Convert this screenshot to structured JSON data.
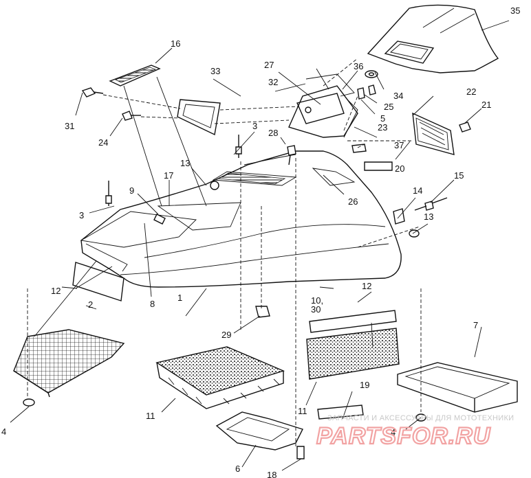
{
  "labels": {
    "l1": "1",
    "l2": "2",
    "l3a": "3",
    "l3b": "3",
    "l4a": "4",
    "l4b": "4",
    "l5": "5",
    "l6": "6",
    "l7": "7",
    "l8": "8",
    "l9": "9",
    "l10": "10,",
    "l30": "30",
    "l11a": "11",
    "l11b": "11",
    "l12a": "12",
    "l12b": "12",
    "l13a": "13",
    "l13b": "13",
    "l14": "14",
    "l15": "15",
    "l16": "16",
    "l17": "17",
    "l18": "18",
    "l19": "19",
    "l20": "20",
    "l21": "21",
    "l22": "22",
    "l23": "23",
    "l24": "24",
    "l25": "25",
    "l26": "26",
    "l27": "27",
    "l28": "28",
    "l29": "29",
    "l31": "31",
    "l32": "32",
    "l33": "33",
    "l34": "34",
    "l35": "35",
    "l36": "36",
    "l37": "37"
  },
  "watermark": {
    "caption": "ЗАПЧАСТИ И АКСЕССУАРЫ ДЛЯ МОТОТЕХНИКИ",
    "brand": "PARTSFOR.RU"
  }
}
